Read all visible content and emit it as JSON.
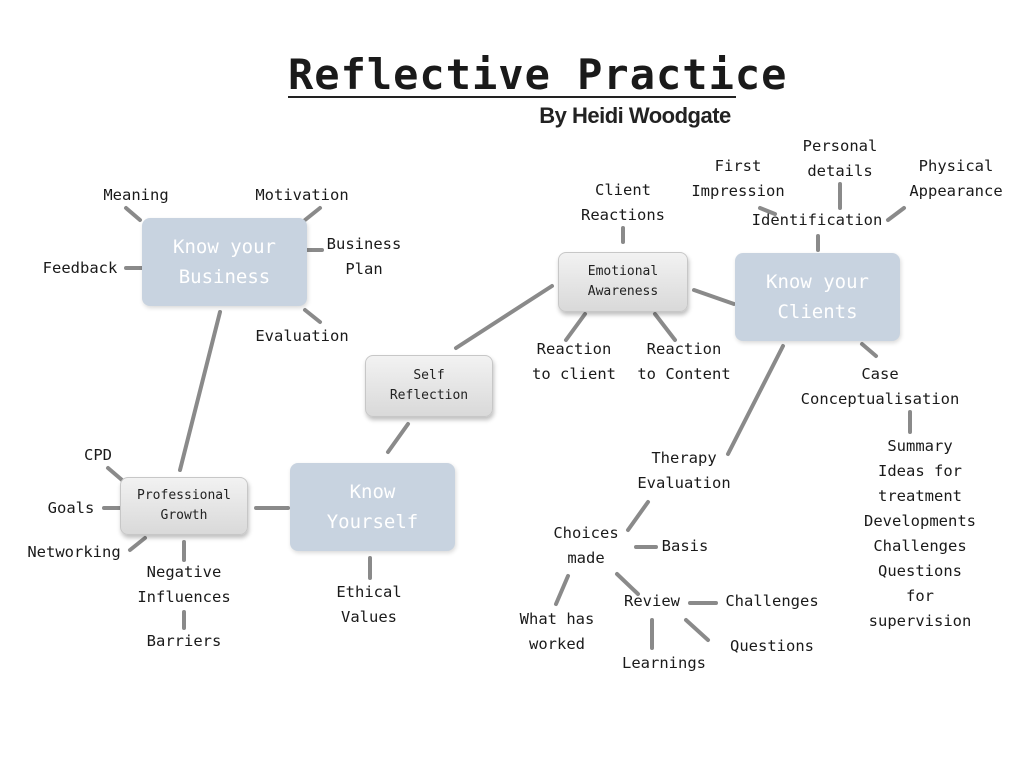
{
  "header": {
    "title": "Reflective Practice",
    "author": "By Heidi Woodgate"
  },
  "nodes": {
    "know_business": "Know your\nBusiness",
    "know_clients": "Know your\nClients",
    "know_yourself": "Know\nYourself",
    "emotional_awareness": "Emotional\nAwareness",
    "self_reflection": "Self\nReflection",
    "professional_growth": "Professional\nGrowth"
  },
  "labels": {
    "meaning": "Meaning",
    "motivation": "Motivation",
    "business_plan": "Business\nPlan",
    "feedback": "Feedback",
    "evaluation": "Evaluation",
    "client_reactions": "Client\nReactions",
    "first_impression": "First\nImpression",
    "personal_details": "Personal\ndetails",
    "physical_appearance": "Physical\nAppearance",
    "identification": "Identification",
    "reaction_to_client": "Reaction\nto client",
    "reaction_to_content": "Reaction\nto Content",
    "case_conceptualisation": "Case\nConceptualisation",
    "case_details": "Summary\nIdeas for treatment\nDevelopments\nChallenges\nQuestions\nfor supervision",
    "therapy_evaluation": "Therapy\nEvaluation",
    "choices_made": "Choices\nmade",
    "basis": "Basis",
    "review": "Review",
    "challenges": "Challenges",
    "questions": "Questions",
    "what_has_worked": "What has\nworked",
    "learnings": "Learnings",
    "cpd": "CPD",
    "goals": "Goals",
    "networking": "Networking",
    "negative_influences": "Negative\nInfluences",
    "barriers": "Barriers",
    "ethical_values": "Ethical\nValues"
  }
}
